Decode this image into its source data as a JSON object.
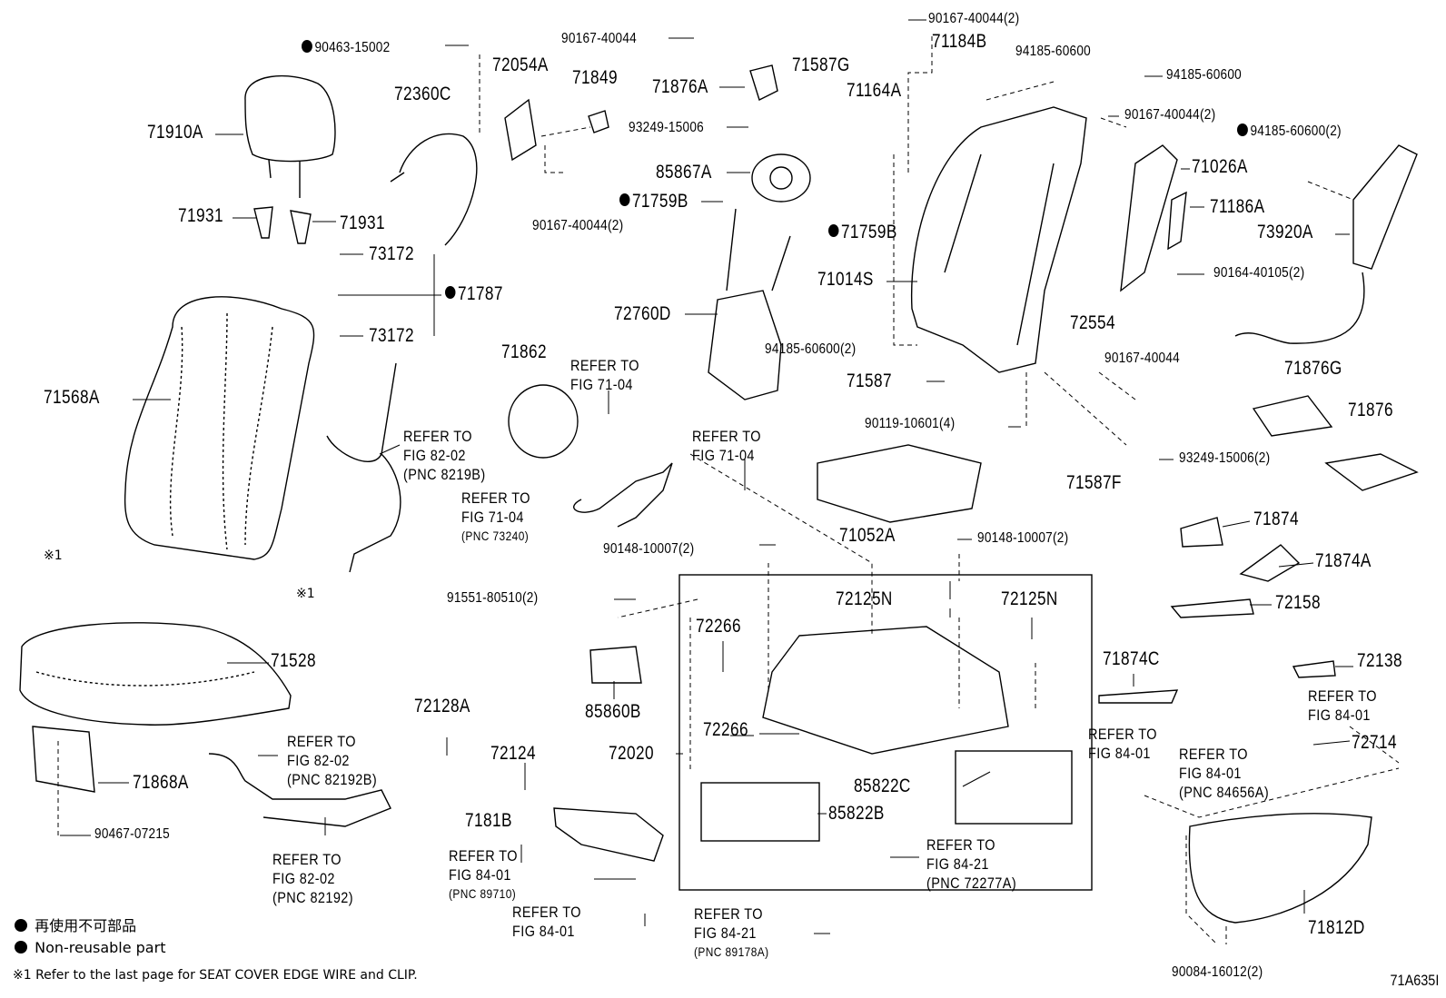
{
  "parts": {
    "p90463_15002": "90463-15002",
    "p72054A": "72054A",
    "p71849": "71849",
    "p90167_40044_a": "90167-40044",
    "p71876A": "71876A",
    "p71587G": "71587G",
    "p90167_40044_2_top": "90167-40044(2)",
    "p71184B": "71184B",
    "p94185_60600_a": "94185-60600",
    "p94185_60600_b": "94185-60600",
    "p71164A": "71164A",
    "p90167_40044_2_r": "90167-40044(2)",
    "p94185_60600_2_r": "94185-60600(2)",
    "p71910A": "71910A",
    "p72360C": "72360C",
    "p93249_15006": "93249-15006",
    "p85867A": "85867A",
    "p71026A": "71026A",
    "p71759B_a": "71759B",
    "p90167_40044_2_mid": "90167-40044(2)",
    "p71186A": "71186A",
    "p71931_a": "71931",
    "p71931_b": "71931",
    "p71759B_b": "71759B",
    "p73920A": "73920A",
    "p73172_a": "73172",
    "p71014S": "71014S",
    "p90164_40105_2": "90164-40105(2)",
    "p71787": "71787",
    "p72760D": "72760D",
    "p72554": "72554",
    "p73172_b": "73172",
    "p94185_60600_2_mid": "94185-60600(2)",
    "p90167_40044_b": "90167-40044",
    "p71862": "71862",
    "p71587": "71587",
    "p71876G": "71876G",
    "p71568A": "71568A",
    "p71876": "71876",
    "p90119_10601_4": "90119-10601(4)",
    "p93249_15006_2": "93249-15006(2)",
    "p71587F": "71587F",
    "p71052A": "71052A",
    "p71874": "71874",
    "p90148_10007_2_a": "90148-10007(2)",
    "p90148_10007_2_b": "90148-10007(2)",
    "p71874A": "71874A",
    "p91551_80510_2": "91551-80510(2)",
    "p72125N_a": "72125N",
    "p72125N_b": "72125N",
    "p72158": "72158",
    "p72266_a": "72266",
    "p71528": "71528",
    "p71874C": "71874C",
    "p72138": "72138",
    "p85860B": "85860B",
    "p72128A": "72128A",
    "p72266_b": "72266",
    "p72714": "72714",
    "p72020": "72020",
    "p72124": "72124",
    "p71868A": "71868A",
    "p85822C": "85822C",
    "p85822B": "85822B",
    "p7181B": "7181B",
    "p90467_07215": "90467-07215",
    "p71812D": "71812D",
    "p90084_16012_2": "90084-16012(2)"
  },
  "refs": {
    "r_fig7104_a": {
      "l1": "REFER TO",
      "l2": "FIG 71-04"
    },
    "r_fig7104_b": {
      "l1": "REFER TO",
      "l2": "FIG 71-04"
    },
    "r_fig7104_c": {
      "l1": "REFER TO",
      "l2": "FIG 71-04",
      "pnc": "(PNC 73240)"
    },
    "r_fig8202_a": {
      "l1": "REFER TO",
      "l2": "FIG 82-02",
      "pnc": "(PNC 8219B)"
    },
    "r_fig8202_b": {
      "l1": "REFER TO",
      "l2": "FIG 82-02",
      "pnc": "(PNC 82192B)"
    },
    "r_fig8202_c": {
      "l1": "REFER TO",
      "l2": "FIG 82-02",
      "pnc": "(PNC 82192)"
    },
    "r_fig8401_a": {
      "l1": "REFER TO",
      "l2": "FIG 84-01",
      "pnc": "(PNC 89710)"
    },
    "r_fig8401_b": {
      "l1": "REFER TO",
      "l2": "FIG 84-01"
    },
    "r_fig8401_c": {
      "l1": "REFER TO",
      "l2": "FIG 84-01"
    },
    "r_fig8401_d": {
      "l1": "REFER TO",
      "l2": "FIG 84-01"
    },
    "r_fig8401_e": {
      "l1": "REFER TO",
      "l2": "FIG 84-01",
      "pnc": "(PNC 84656A)"
    },
    "r_fig8421_a": {
      "l1": "REFER TO",
      "l2": "FIG 84-21",
      "pnc": "(PNC 72277A)"
    },
    "r_fig8421_b": {
      "l1": "REFER TO",
      "l2": "FIG 84-21",
      "pnc": "(PNC 89178A)"
    }
  },
  "marks": {
    "m1": "※1",
    "m2": "※1"
  },
  "legend": {
    "jp": "再使用不可部品",
    "en": "Non-reusable part",
    "footnote": "※1 Refer to the last page for SEAT COVER EDGE WIRE and CLIP."
  },
  "figure_id": "71A635I"
}
